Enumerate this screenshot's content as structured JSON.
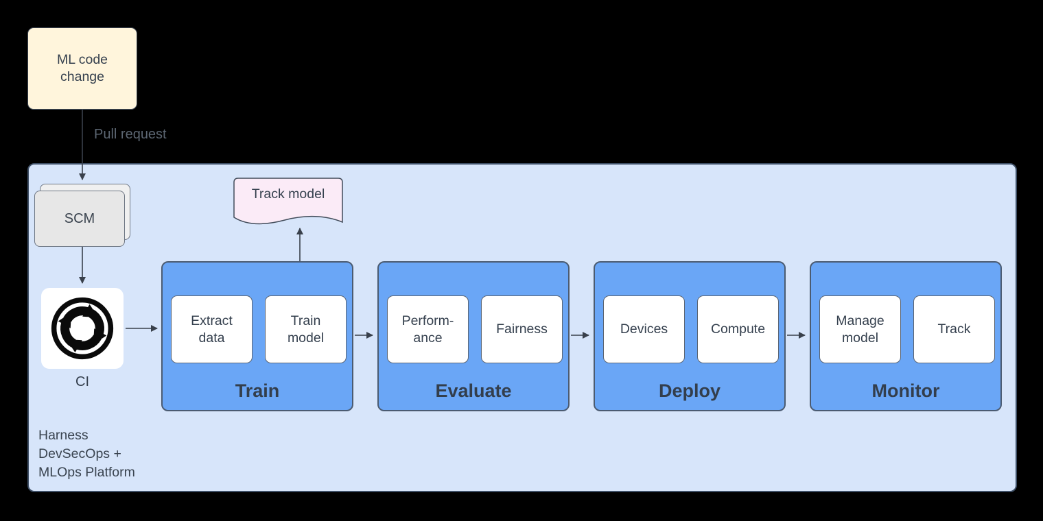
{
  "diagram": {
    "nodes": {
      "ml_code_change": "ML code\nchange",
      "pull_request_label": "Pull request",
      "scm": "SCM",
      "ci": "CI",
      "track_model": "Track model",
      "platform_label": "Harness\nDevSecOps +\nMLOps Platform"
    },
    "stages": [
      {
        "label": "Train",
        "items": [
          "Extract\ndata",
          "Train\nmodel"
        ]
      },
      {
        "label": "Evaluate",
        "items": [
          "Perform-\nance",
          "Fairness"
        ]
      },
      {
        "label": "Deploy",
        "items": [
          "Devices",
          "Compute"
        ]
      },
      {
        "label": "Monitor",
        "items": [
          "Manage\nmodel",
          "Track"
        ]
      }
    ],
    "colors": {
      "canvas_background": "#000000",
      "platform_fill": "#D7E5FA",
      "platform_border": "#3E4F66",
      "stage_fill": "#6AA6F6",
      "stage_border": "#4B5B71",
      "item_fill": "#FFFFFF",
      "note_fill": "#FFF5DC",
      "document_fill": "#FBEBF7",
      "scm_fill": "#E7E7E7",
      "ci_icon": "#0A0A0A",
      "text": "#35404E",
      "arrow": "#39404B"
    }
  }
}
